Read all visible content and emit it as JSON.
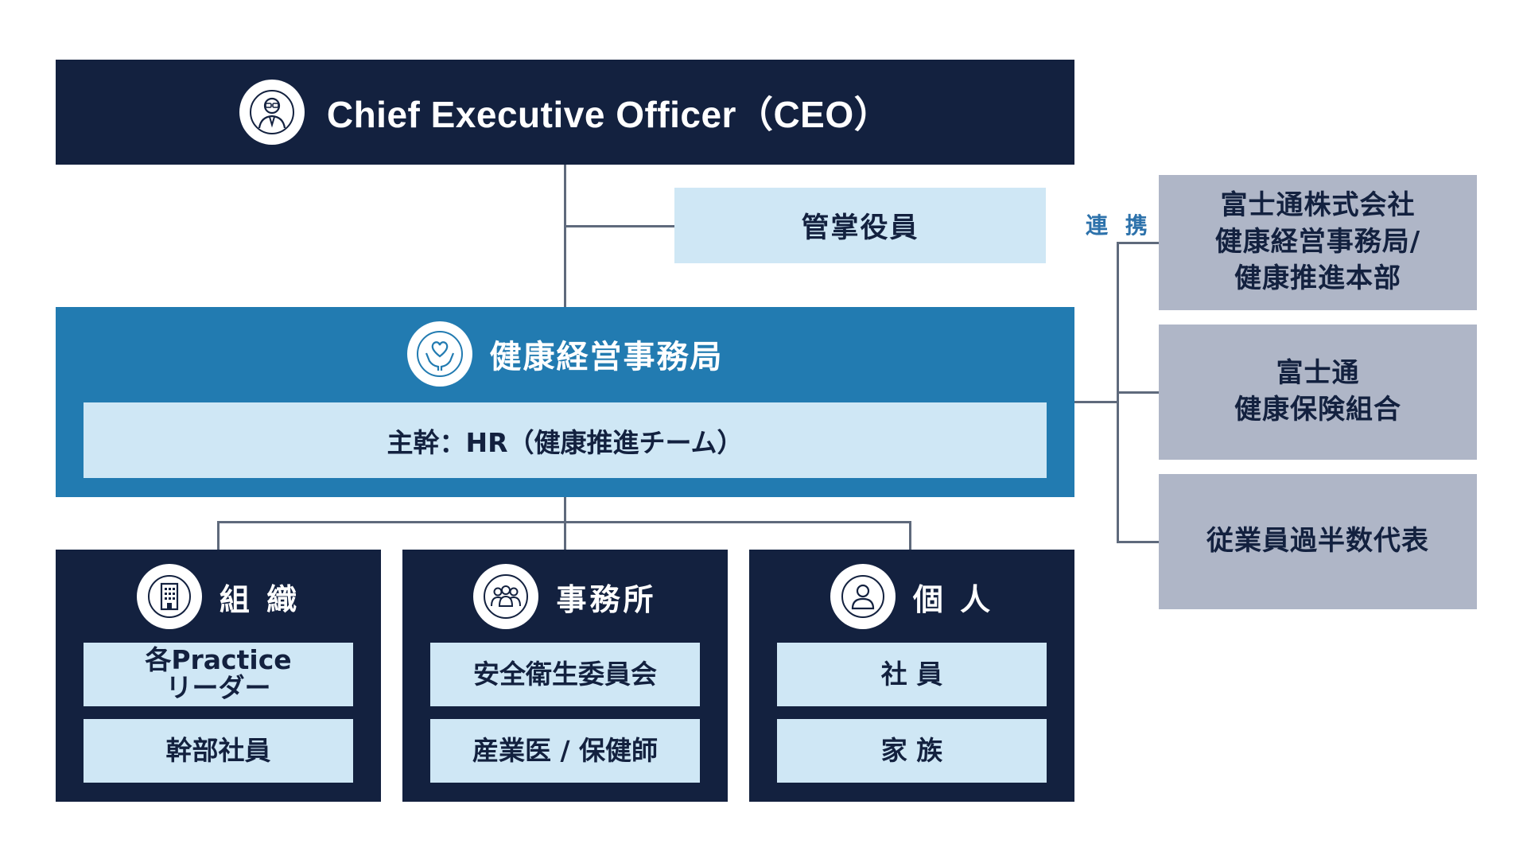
{
  "ceo": {
    "title": "Chief Executive Officer（CEO）",
    "icon": "executive-person-icon"
  },
  "officer": {
    "label": "管掌役員"
  },
  "office": {
    "title": "健康経営事務局",
    "icon": "heart-hands-icon",
    "sub": "主幹：HR（健康推進チーム）"
  },
  "groups": [
    {
      "title": "組 織",
      "icon": "building-icon",
      "members": [
        "各Practice\nリーダー",
        "幹部社員"
      ]
    },
    {
      "title": "事務所",
      "icon": "people-group-icon",
      "members": [
        "安全衛生委員会",
        "産業医 / 保健師"
      ]
    },
    {
      "title": "個 人",
      "icon": "person-icon",
      "members": [
        "社 員",
        "家 族"
      ]
    }
  ],
  "link_label": "連 携",
  "partners": [
    "富士通株式会社\n健康経営事務局/\n健康推進本部",
    "富士通\n健康保険組合",
    "従業員過半数代表"
  ],
  "colors": {
    "navy": "#13213f",
    "blue": "#227bb1",
    "light_blue": "#cfe7f5",
    "grey": "#afb6c7",
    "link_text": "#2d72ab"
  }
}
